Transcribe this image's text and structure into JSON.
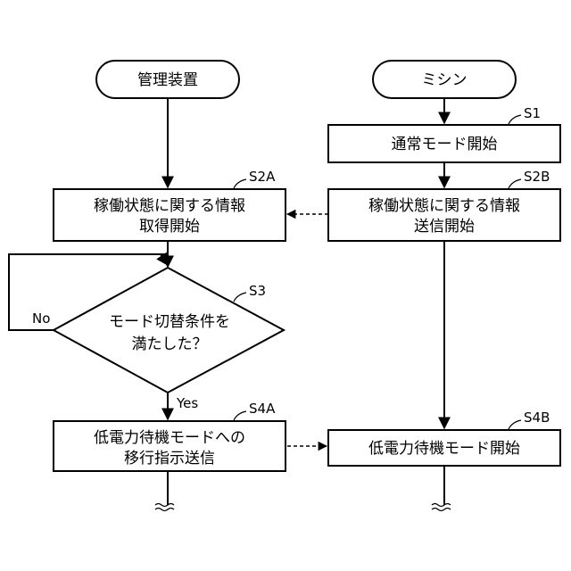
{
  "nodes": {
    "terminal_manager": "管理装置",
    "terminal_sewing": "ミシン",
    "s1": "通常モード開始",
    "s2a_line1": "稼働状態に関する情報",
    "s2a_line2": "取得開始",
    "s2b_line1": "稼働状態に関する情報",
    "s2b_line2": "送信開始",
    "s3_line1": "モード切替条件を",
    "s3_line2": "満たした？",
    "s4a_line1": "低電力待機モードへの",
    "s4a_line2": "移行指示送信",
    "s4b": "低電力待機モード開始"
  },
  "step_labels": {
    "s1": "S1",
    "s2a": "S2A",
    "s2b": "S2B",
    "s3": "S3",
    "s4a": "S4A",
    "s4b": "S4B"
  },
  "branch_labels": {
    "no": "No",
    "yes": "Yes"
  }
}
